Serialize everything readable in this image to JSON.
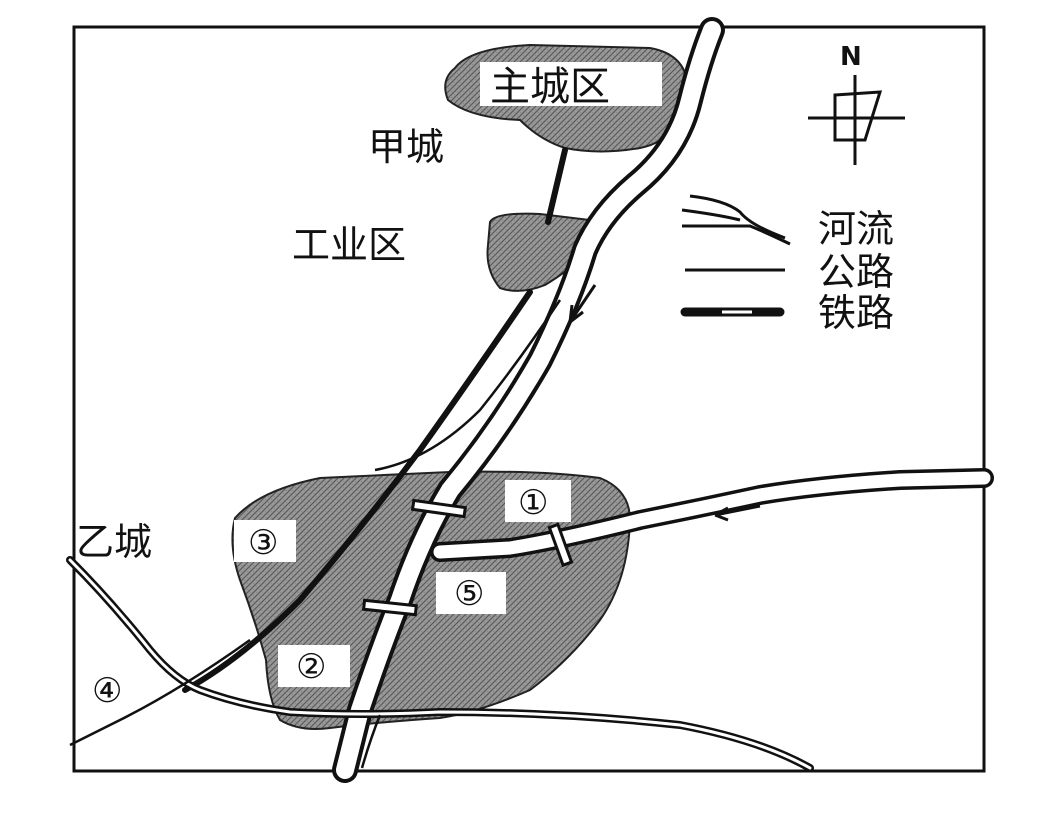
{
  "labels": {
    "main_district": "主城区",
    "city_jia": "甲城",
    "industrial_district": "工业区",
    "city_yi": "乙城"
  },
  "sites": [
    "①",
    "②",
    "③",
    "④",
    "⑤"
  ],
  "compass": {
    "north": "N"
  },
  "legend": {
    "river": "河流",
    "highway": "公路",
    "railway": "铁路"
  },
  "colors": {
    "district_fill": "#8a8a8a",
    "ink": "#111111",
    "paper": "#ffffff"
  },
  "icons": [
    "north-arrow-icon",
    "river-symbol-icon",
    "highway-symbol-icon",
    "railway-symbol-icon"
  ]
}
